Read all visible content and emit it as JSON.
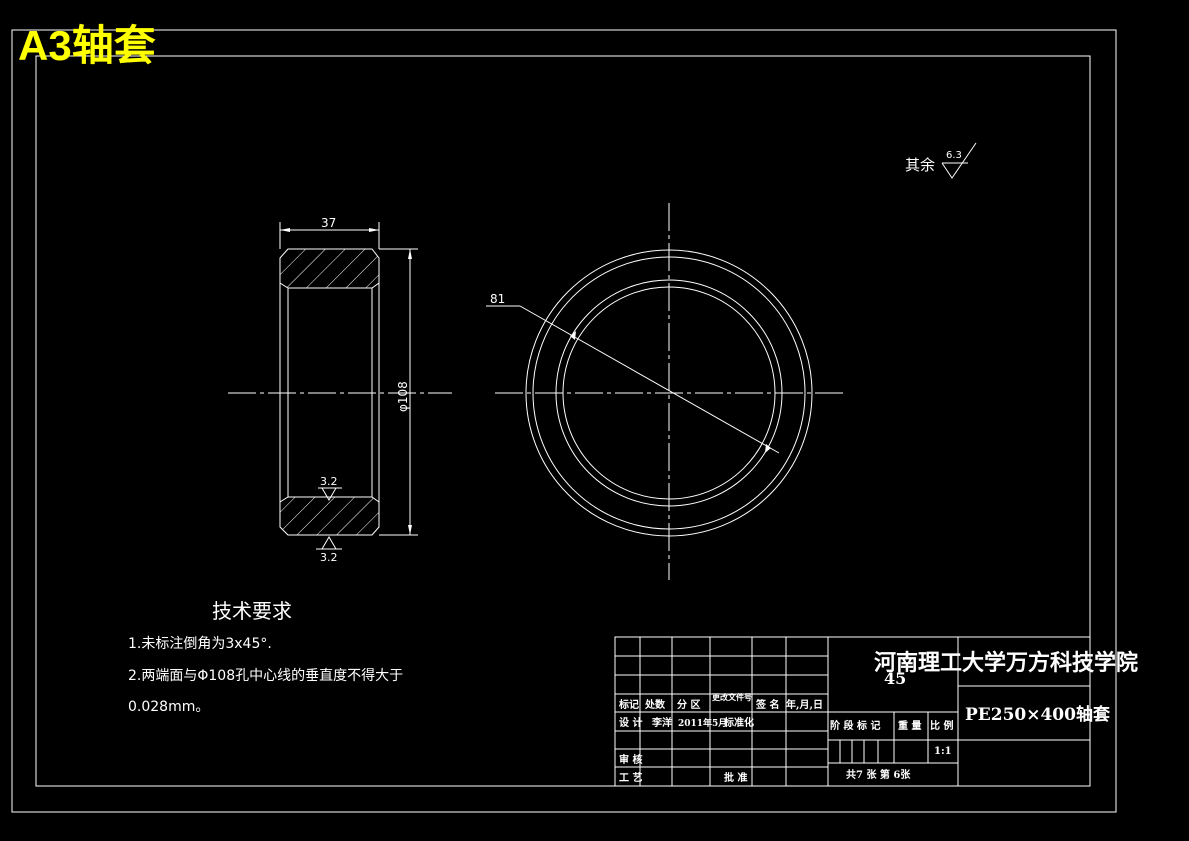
{
  "sheet_title": "A3轴套",
  "roughness": {
    "prefix": "其余",
    "value": "6.3"
  },
  "dims": {
    "width": "37",
    "diameter": "φ108",
    "radius": "81",
    "rough_inner": "3.2",
    "rough_outer": "3.2"
  },
  "tech_requirements": {
    "heading": "技术要求",
    "items": [
      "1.未标注倒角为3x45°.",
      "2.两端面与Φ108孔中心线的垂直度不得大于",
      "0.028mm。"
    ]
  },
  "title_block": {
    "school": "河南理工大学万方科技学院",
    "material": "45",
    "part_name": "PE250×400轴套",
    "headers": [
      "标记",
      "处数",
      "分 区",
      "更改文件号",
      "签 名",
      "年,月,日"
    ],
    "design_row": [
      "设 计",
      "李洋",
      "2011年5月",
      "标准化"
    ],
    "review": "审 核",
    "process": "工 艺",
    "approve": "批 准",
    "stage_headers": [
      "阶 段 标 记",
      "重 量",
      "比 例"
    ],
    "scale": "1:1",
    "sheets": "共7  张  第  6张"
  },
  "colors": {
    "background": "#000000",
    "lines": "#ffffff",
    "title": "#ffff00"
  }
}
